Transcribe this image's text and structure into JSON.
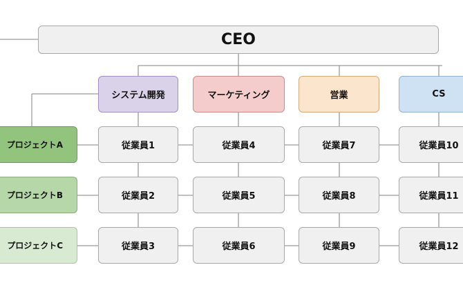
{
  "ceo": {
    "label": "CEO"
  },
  "departments": [
    {
      "label": "システム開発",
      "color": "#d9d2e9",
      "border": "#9f8fc4"
    },
    {
      "label": "マーケティング",
      "color": "#f4cccc",
      "border": "#c98c8c"
    },
    {
      "label": "営業",
      "color": "#fce5cd",
      "border": "#d9a877"
    },
    {
      "label": "CS",
      "color": "#cfe2f3",
      "border": "#8fb1d3"
    }
  ],
  "employees": [
    [
      "従業員1",
      "従業員2",
      "従業員3"
    ],
    [
      "従業員4",
      "従業員5",
      "従業員6"
    ],
    [
      "従業員7",
      "従業員8",
      "従業員9"
    ],
    [
      "従業員10",
      "従業員11",
      "従業員12"
    ]
  ],
  "projects": [
    {
      "label": "プロジェクトA",
      "color": "#93c47d",
      "border": "#6b9a57"
    },
    {
      "label": "プロジェクトB",
      "color": "#b6d7a8",
      "border": "#88ad79"
    },
    {
      "label": "プロジェクトC",
      "color": "#d9ead3",
      "border": "#a9c49e"
    }
  ],
  "colors": {
    "line": "#9a9a9a",
    "employee_fill": "#f0f0f0",
    "ceo_fill": "#f0f0f0"
  }
}
